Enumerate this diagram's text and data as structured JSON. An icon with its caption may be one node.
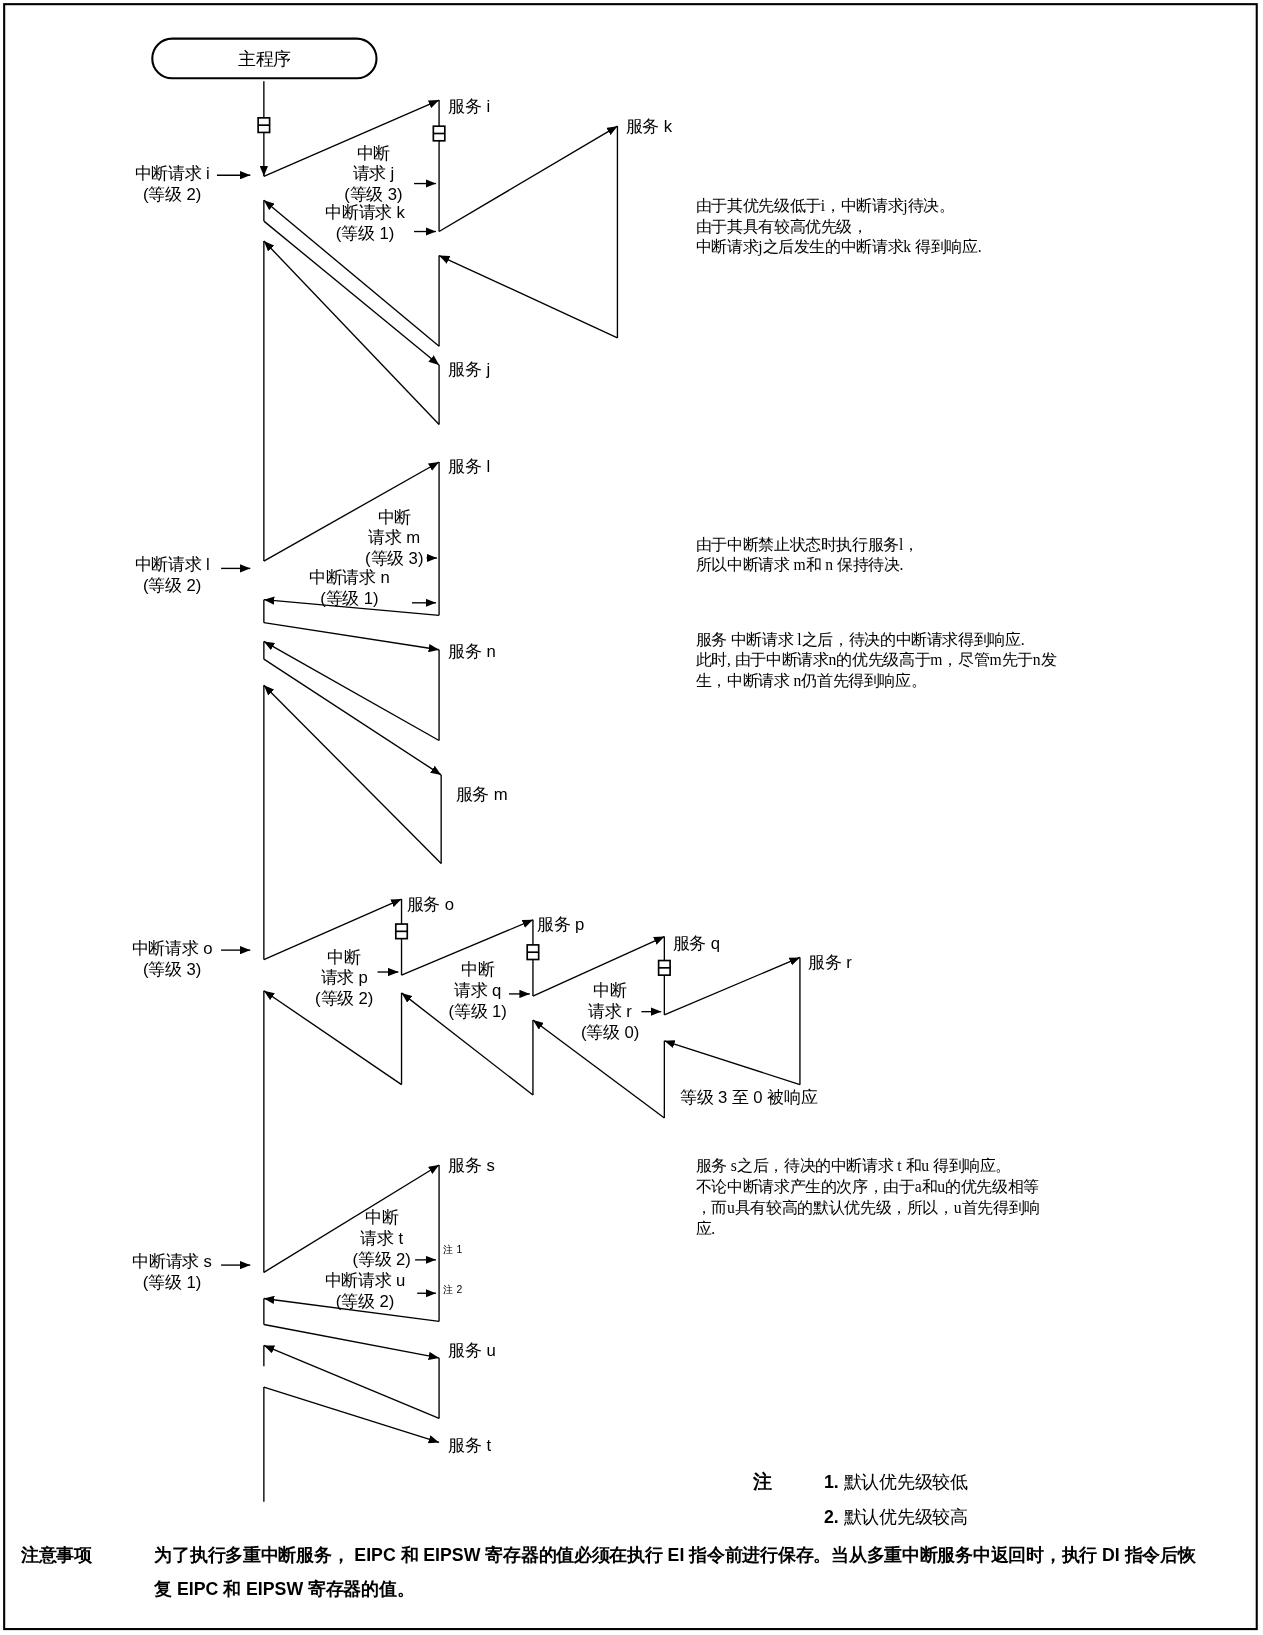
{
  "diagram": {
    "nodes": [
      {
        "text": [
          "主程序"
        ]
      }
    ],
    "labels": [
      "服务 i",
      "中断请求 j (等级 3)",
      "中断请求 i (等级 2)",
      "服务 k",
      "由于其优先级低于i，中断请求j待决。由于其具有较高优先级，中断请求j之后发生的中断请求k 得到响应.",
      "中断请求 k (等级 1)",
      "服务 j",
      "服务 l",
      "由于中断禁止状态时执行服务l，所以中断请求 m和 n 保持待决.",
      "中断请求 m (等级 3)",
      "中断请求 l (等级 2)",
      "中断请求 n (等级 1)",
      "服务 n",
      "服务 中断请求 l之后，待决的中断请求得到响应.此时, 由于中断请求n的优先级高于m，尽管m先于n发生，中断请求 n仍首先得到响应。",
      "服务 m",
      "服务 o",
      "服务 p",
      "中断请求 o (等级 3)",
      "服务 q",
      "服务 r",
      "中断请求 p (等级 2)",
      "中断请求 q (等级 1)",
      "中断请求 r (等级 0)",
      "等级 3 至 0 被响应",
      "服务 s",
      "服务 s之后，待决的中断请求 t 和u 得到响应。不论中断请求产生的次序，由于a和u的优先级相等，而u具有较高的默认优先级，所以，u首先得到响应.",
      "中断请求 t (等级 2)",
      "注 1",
      "中断请求 s (等级 1)",
      "中断请求 u (等级 2)",
      "注 2",
      "服务 u",
      "服务 t",
      "注",
      "**1.** 默认优先级较低",
      "**2.** 默认优先级较高",
      "注意事项"
    ],
    "caption": "为了执行多重中断服务， EIPC 和 EIPSW 寄存器的值必须在执行 EI 指令前进行保存。当从多重中断服务中返回时，执行 DI 指令后恢复 EIPC 和 EIPSW 寄存器的值。"
  }
}
